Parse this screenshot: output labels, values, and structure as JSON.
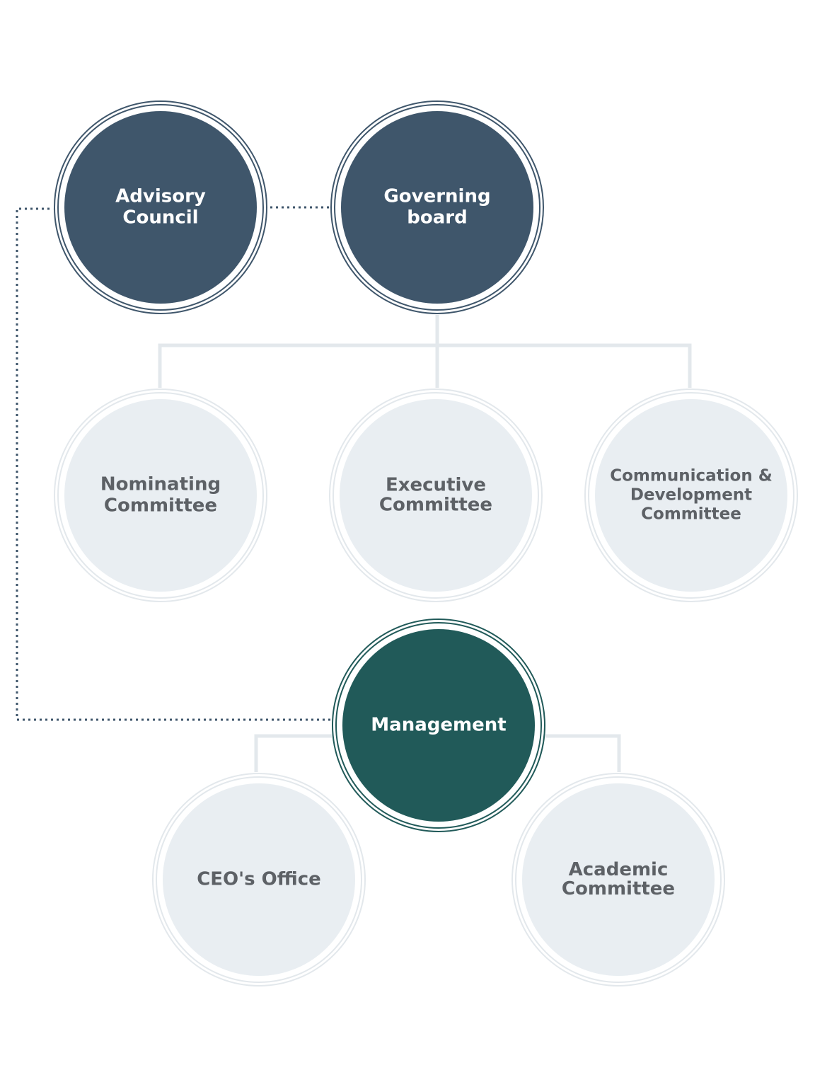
{
  "nodes": {
    "advisory_council": {
      "lines": [
        "Advisory",
        "Council"
      ],
      "fill": "#3f566b",
      "ring": "#3f566b",
      "text_color": "#ffffff"
    },
    "governing_board": {
      "lines": [
        "Governing",
        "board"
      ],
      "fill": "#3f566b",
      "ring": "#3f566b",
      "text_color": "#ffffff"
    },
    "nominating_committee": {
      "lines": [
        "Nominating",
        "Committee"
      ],
      "fill": "#e9eef2",
      "ring": "#e3e8ec",
      "text_color": "#5d6166"
    },
    "executive_committee": {
      "lines": [
        "Executive",
        "Committee"
      ],
      "fill": "#e9eef2",
      "ring": "#e3e8ec",
      "text_color": "#5d6166"
    },
    "communication_development_committee": {
      "lines": [
        "Communication &",
        "Development",
        "Committee"
      ],
      "fill": "#e9eef2",
      "ring": "#e3e8ec",
      "text_color": "#5d6166"
    },
    "management": {
      "lines": [
        "Management"
      ],
      "fill": "#215a59",
      "ring": "#215a59",
      "text_color": "#ffffff"
    },
    "ceos_office": {
      "lines": [
        "CEO's Office"
      ],
      "fill": "#e9eef2",
      "ring": "#e3e8ec",
      "text_color": "#5d6166"
    },
    "academic_committee": {
      "lines": [
        "Academic",
        "Committee"
      ],
      "fill": "#e9eef2",
      "ring": "#e3e8ec",
      "text_color": "#5d6166"
    }
  },
  "colors": {
    "connector": "#e3e8ec",
    "dotted_link": "#3f566b",
    "background": "#ffffff"
  }
}
